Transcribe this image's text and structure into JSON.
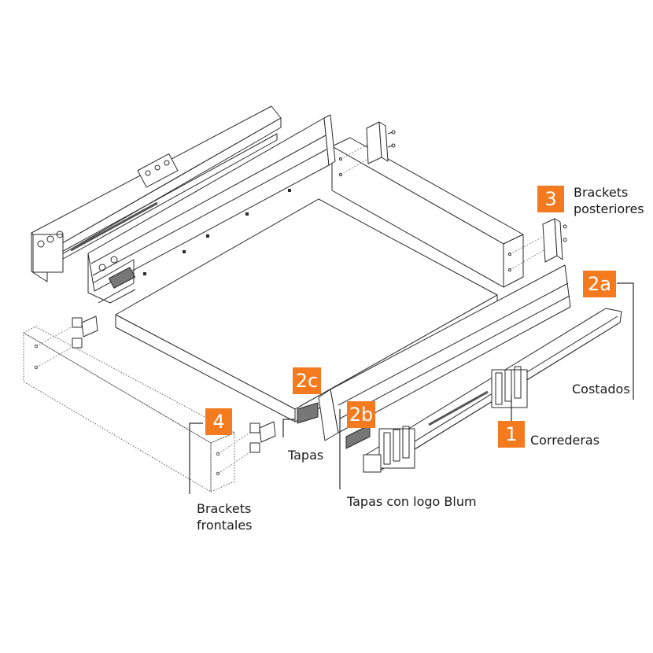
{
  "colors": {
    "badge": "#f47a20",
    "badge_text": "#ffffff",
    "line": "#2a2a2a",
    "hidden_line": "#8a8a8a",
    "panel_fill": "#ffffff",
    "tab_fill": "#777777",
    "label_text": "#1a1a1a"
  },
  "badges": {
    "b1": "1",
    "b2a": "2a",
    "b2b": "2b",
    "b2c": "2c",
    "b3": "3",
    "b4": "4"
  },
  "labels": {
    "correderas": "Correderas",
    "costados": "Costados",
    "brackets_posteriores_line1": "Brackets",
    "brackets_posteriores_line2": "posteriores",
    "brackets_frontales_line1": "Brackets",
    "brackets_frontales_line2": "frontales",
    "tapas": "Tapas",
    "tapas_logo": "Tapas con logo Blum"
  },
  "icons": {
    "badge_shape": "orange-square"
  }
}
